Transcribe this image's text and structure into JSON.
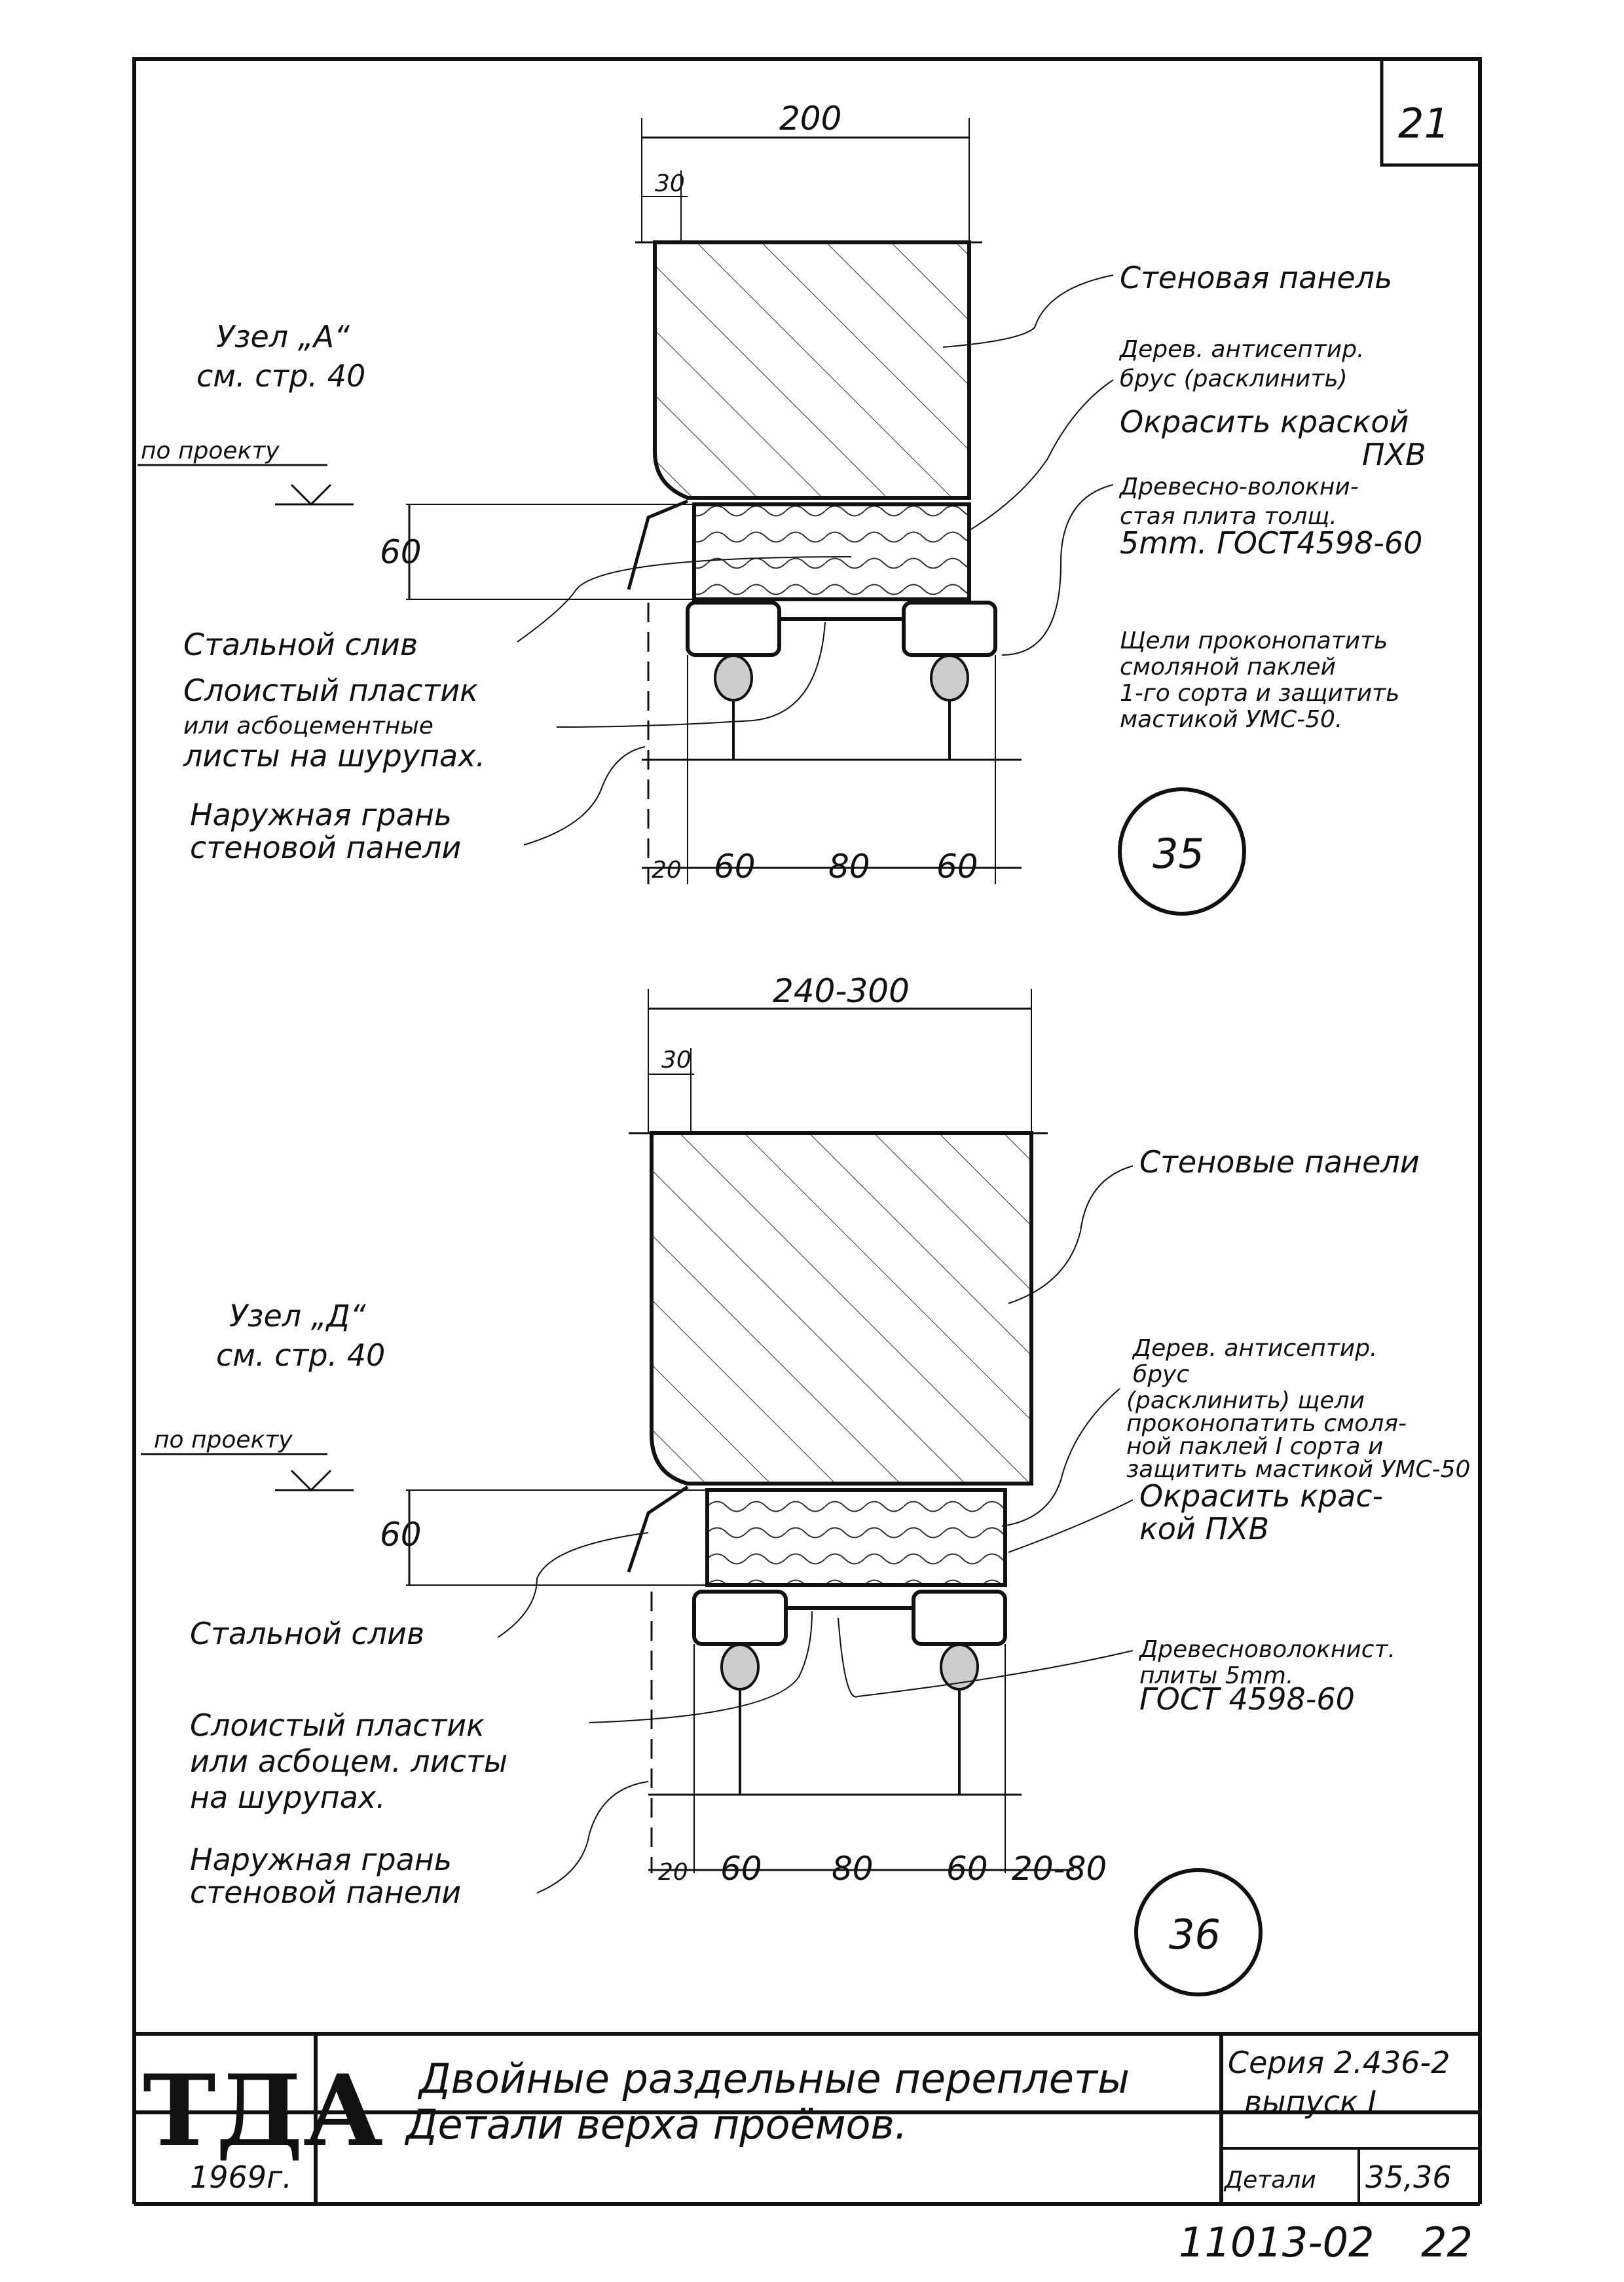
{
  "page_number": "21",
  "detail_35": {
    "number": "35",
    "node_ref": [
      "Узел „А“",
      "см. стр. 40"
    ],
    "level_label": "по проекту",
    "dims": {
      "top": "200",
      "offset": "30",
      "height": "60",
      "bottom": [
        "20",
        "60",
        "80",
        "60"
      ]
    },
    "labels": {
      "wall_panel": "Стеновая панель",
      "wood_bar": [
        "Дерев. антисептир.",
        "брус (расклинить)"
      ],
      "paint": [
        "Окрасить краской",
        "ПХВ"
      ],
      "fibreboard": [
        "Древесно-волокни-",
        "стая плита толщ.",
        "5mm. ГОСТ4598-60"
      ],
      "steel_drip": "Стальной слив",
      "laminate": [
        "Слоистый пластик",
        "или асбоцементные",
        "листы на шурупах."
      ],
      "outer_face": [
        "Наружная грань",
        "стеновой панели"
      ],
      "gaps": [
        "Щели проконопатить",
        "смоляной паклей",
        "1-го сорта и защитить",
        "мастикой УМС-50."
      ]
    }
  },
  "detail_36": {
    "number": "36",
    "node_ref": [
      "Узел „Д“",
      "см. стр. 40"
    ],
    "level_label": "по проекту",
    "dims": {
      "top": "240-300",
      "offset": "30",
      "height": "60",
      "bottom": [
        "20",
        "60",
        "80",
        "60",
        "20-80"
      ]
    },
    "labels": {
      "wall_panels": "Стеновые панели",
      "wood_bar": [
        "Дерев. антисептир.",
        "брус",
        "(расклинить) щели",
        "проконопатить смоля-",
        "ной паклей I сорта и",
        "защитить мастикой УМС-50"
      ],
      "paint": [
        "Окрасить крас-",
        "кой ПХВ"
      ],
      "steel_drip": "Стальной слив",
      "fibreboard": [
        "Древесноволокнист.",
        "плиты 5mm.",
        "ГОСТ 4598-60"
      ],
      "laminate": [
        "Слоистый пластик",
        "или асбоцем. листы",
        "на шурупах."
      ],
      "outer_face": [
        "Наружная грань",
        "стеновой панели"
      ]
    }
  },
  "title_block": {
    "logo": "ТДА",
    "year": "1969г.",
    "title_line1": "Двойные раздельные переплеты",
    "title_line2": "Детали верха проёмов.",
    "series": "Серия 2.436-2",
    "issue": "выпуск I",
    "detail_label": "Детали",
    "detail_nums": "35,36"
  },
  "sheet_code": "11013-02",
  "sheet_page": "22"
}
